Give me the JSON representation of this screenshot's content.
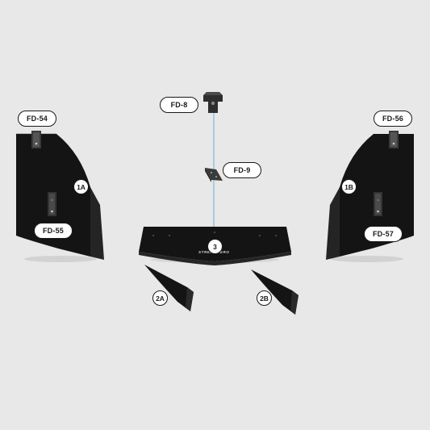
{
  "parts": {
    "fd54": "FD-54",
    "fd55": "FD-55",
    "fd56": "FD-56",
    "fd57": "FD-57",
    "fd8": "FD-8",
    "fd9": "FD-9",
    "p1a": "1A",
    "p1b": "1B",
    "p2a": "2A",
    "p2b": "2B",
    "p3": "3"
  },
  "brand_text": "STREET AERO",
  "colors": {
    "background": "#e8e8e8",
    "panel": "#161616",
    "guide_line": "#5aa9d6",
    "label_border": "#1a1a1a"
  }
}
